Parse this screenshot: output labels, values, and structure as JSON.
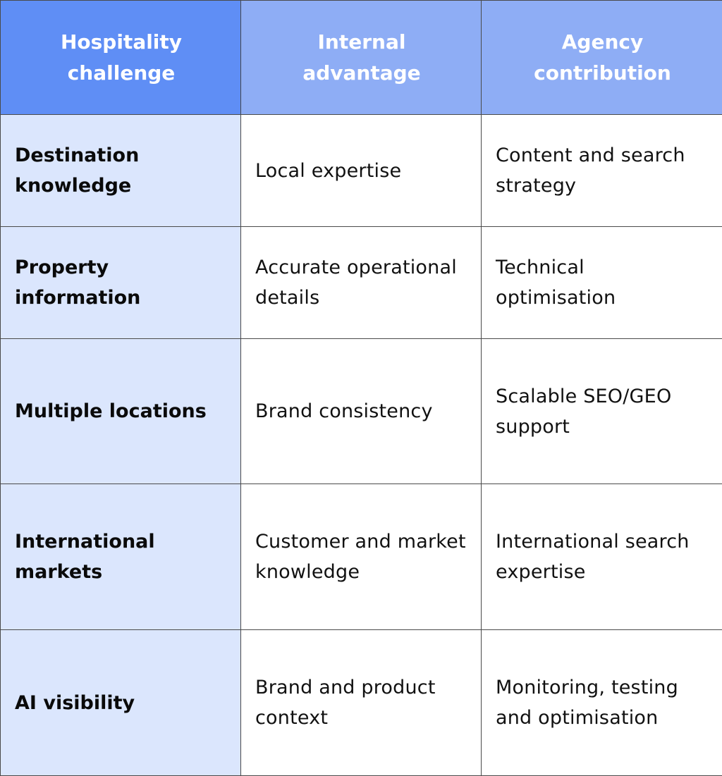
{
  "table": {
    "headers": [
      "Hospitality challenge",
      "Internal advantage",
      "Agency contribution"
    ],
    "rows": [
      [
        "Destination knowledge",
        "Local expertise",
        "Content and search strategy"
      ],
      [
        "Property information",
        "Accurate operational details",
        "Technical optimisation"
      ],
      [
        "Multiple locations",
        "Brand consistency",
        "Scalable SEO/GEO support"
      ],
      [
        "International markets",
        "Customer and market knowledge",
        "International search expertise"
      ],
      [
        "AI visibility",
        "Brand and product context",
        "Monitoring, testing and optimisation"
      ]
    ]
  },
  "colors": {
    "header_first": "#5f8ef5",
    "header_other": "#8eadf5",
    "row_header_bg": "#dbe6fd",
    "cell_bg": "#ffffff",
    "border": "#4a4a4a"
  }
}
